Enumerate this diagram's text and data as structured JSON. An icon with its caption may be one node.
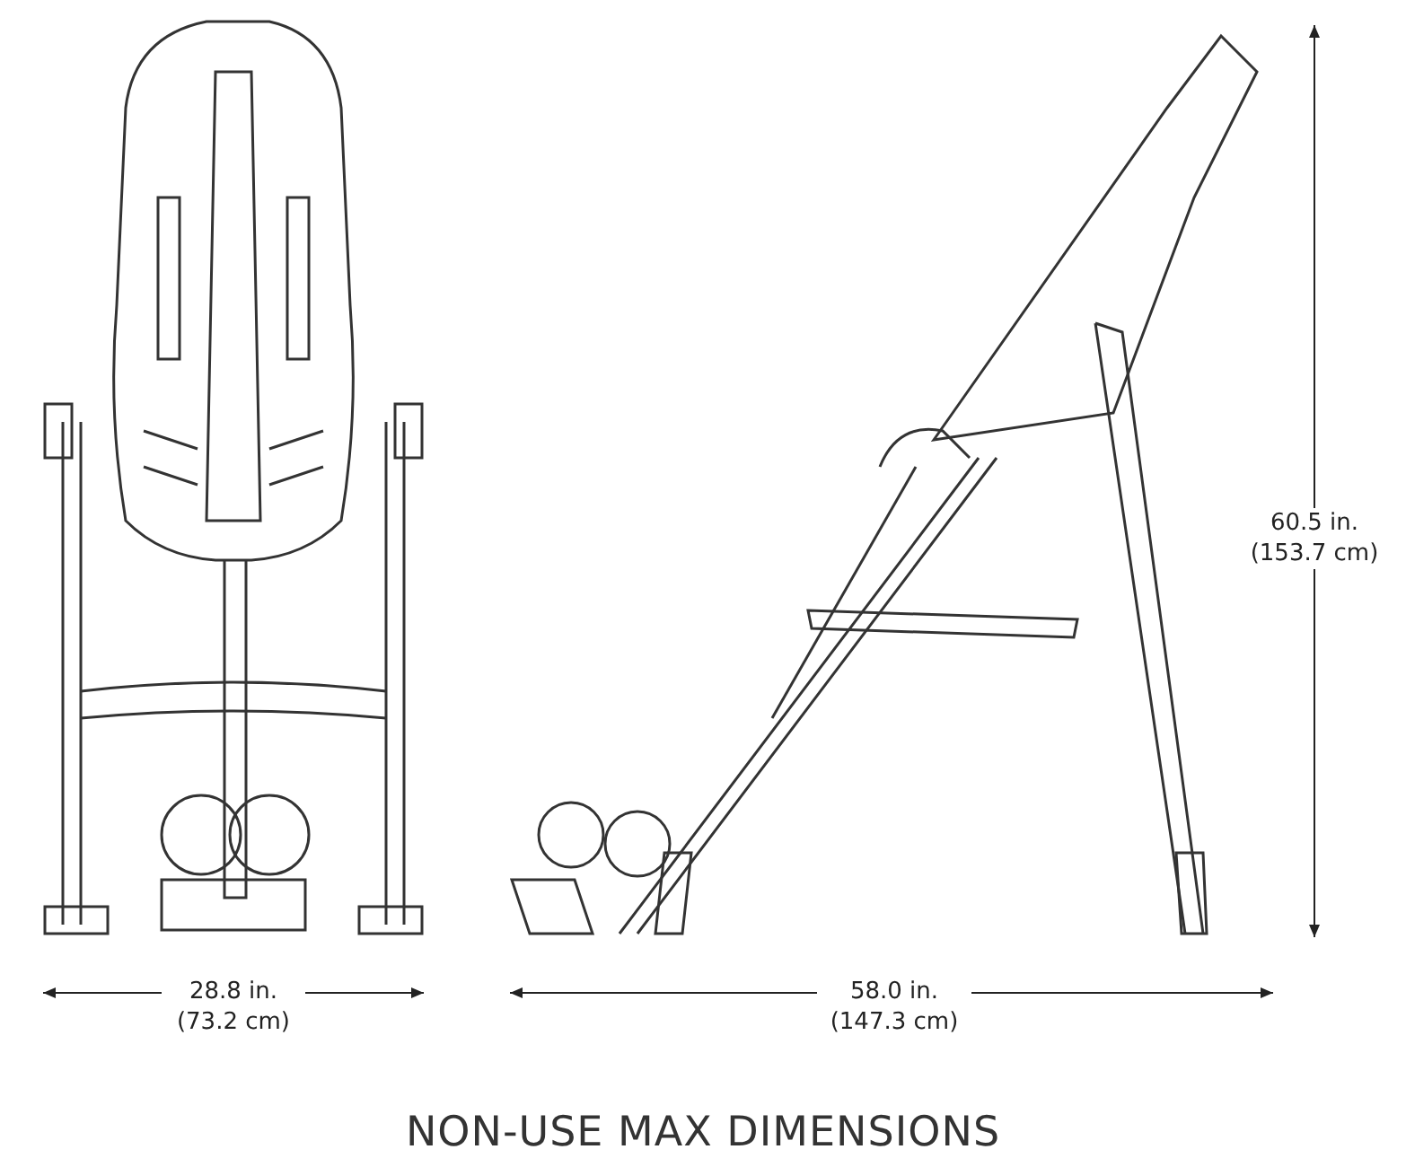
{
  "diagram": {
    "title": "NON-USE MAX DIMENSIONS",
    "labels": [
      "60.5 in. (153.7 cm)",
      "28.8 in. (73.2 cm)",
      "58.0 in. (147.3 cm)"
    ]
  }
}
